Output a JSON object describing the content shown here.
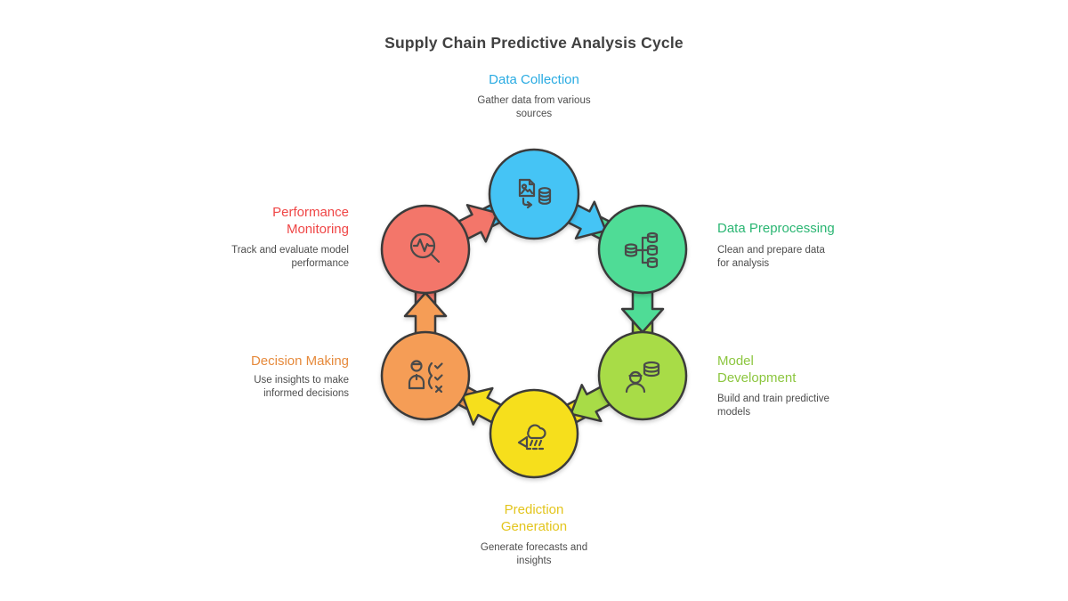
{
  "title": "Supply Chain Predictive Analysis Cycle",
  "colors": {
    "background": "#ffffff",
    "title_text": "#404040",
    "description_text": "#4d4d4d",
    "outline": "#3b3b3b",
    "icon_stroke": "#4a4a4a"
  },
  "nodes": [
    {
      "id": "data-collection",
      "label": "Data Collection",
      "description": "Gather data from various sources",
      "fill": "#45c4f5",
      "label_color": "#29abe2",
      "icon": "file-to-database-icon"
    },
    {
      "id": "data-preprocessing",
      "label": "Data Preprocessing",
      "description": "Clean and prepare data for analysis",
      "fill": "#50dc96",
      "label_color": "#2bb673",
      "icon": "database-split-icon"
    },
    {
      "id": "model-development",
      "label": "Model Development",
      "description": "Build and train predictive models",
      "fill": "#a8dc46",
      "label_color": "#8cc63f",
      "icon": "engineer-database-icon"
    },
    {
      "id": "prediction-generation",
      "label": "Prediction Generation",
      "description": "Generate forecasts and insights",
      "fill": "#f6df1e",
      "label_color": "#e3c51d",
      "icon": "forecast-cloud-icon"
    },
    {
      "id": "decision-making",
      "label": "Decision Making",
      "description": "Use insights to make informed decisions",
      "fill": "#f59d56",
      "label_color": "#e68a3c",
      "icon": "person-checklist-icon"
    },
    {
      "id": "performance-monitoring",
      "label": "Performance Monitoring",
      "description": "Track and evaluate model performance",
      "fill": "#f3766b",
      "label_color": "#ef4646",
      "icon": "magnifier-pulse-icon"
    }
  ],
  "flow": [
    {
      "from": "data-collection",
      "to": "data-preprocessing"
    },
    {
      "from": "data-preprocessing",
      "to": "model-development"
    },
    {
      "from": "model-development",
      "to": "prediction-generation"
    },
    {
      "from": "prediction-generation",
      "to": "decision-making"
    },
    {
      "from": "decision-making",
      "to": "performance-monitoring"
    },
    {
      "from": "performance-monitoring",
      "to": "data-collection"
    }
  ]
}
